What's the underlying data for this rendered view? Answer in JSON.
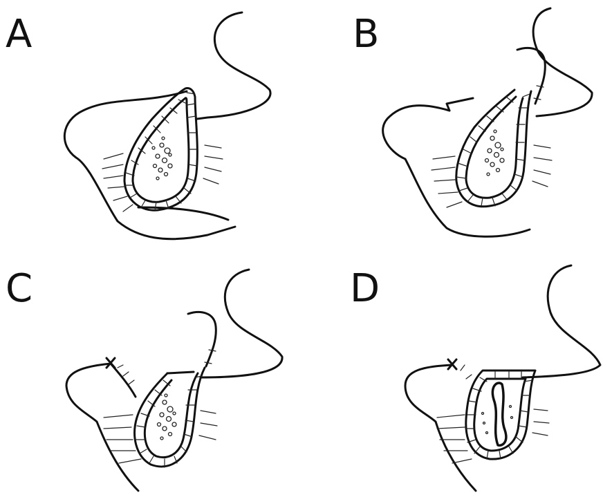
{
  "figure": {
    "panels": [
      {
        "id": "A",
        "label": "A"
      },
      {
        "id": "B",
        "label": "B"
      },
      {
        "id": "C",
        "label": "C"
      },
      {
        "id": "D",
        "label": "D"
      }
    ]
  }
}
